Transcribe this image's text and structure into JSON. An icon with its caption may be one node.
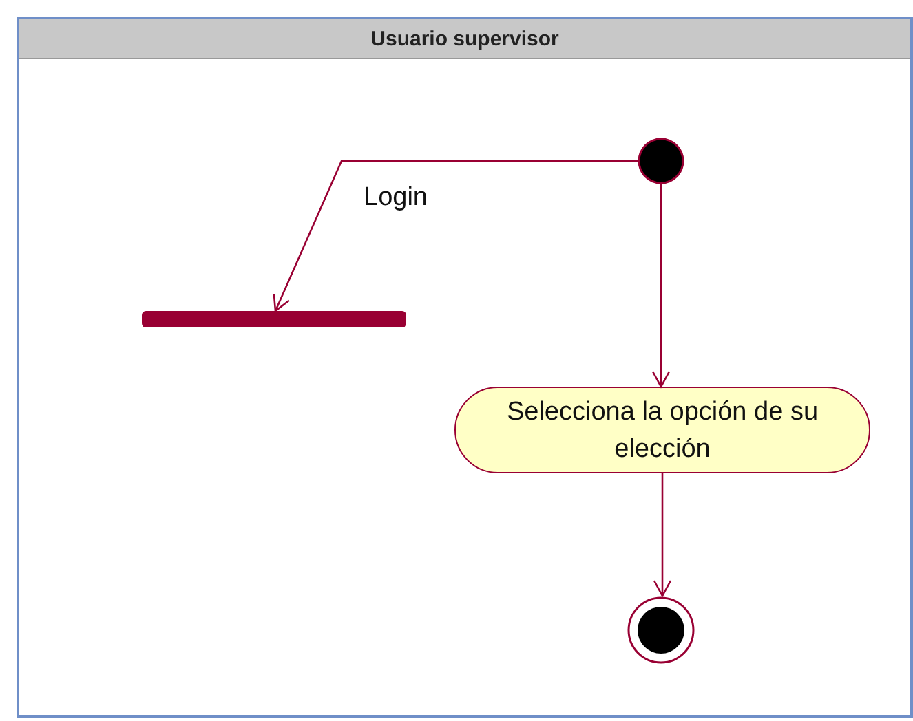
{
  "diagram": {
    "nodes": [
      {
        "text": [
          "Usuario supervisor"
        ]
      },
      {
        "text": [],
        "shape": "circle",
        "in": 0
      },
      {
        "text": [],
        "shape": "bar",
        "in": 0
      },
      {
        "text": [
          "Selecciona la opción de su elección"
        ],
        "in": 0
      },
      {
        "text": [],
        "shape": "circle",
        "in": 0
      }
    ],
    "edges": [
      {
        "from": 1,
        "to": 2,
        "arrow": "to",
        "label": "Login"
      },
      {
        "from": 1,
        "to": 3,
        "arrow": "to"
      },
      {
        "from": 3,
        "to": 4,
        "arrow": "to"
      }
    ]
  }
}
